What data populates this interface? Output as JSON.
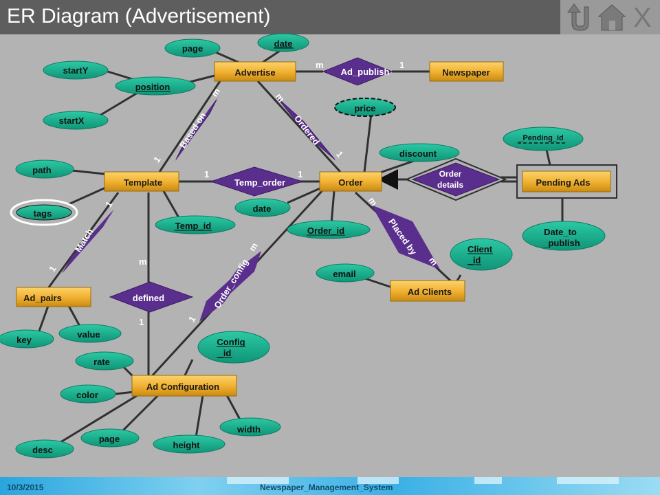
{
  "header": {
    "title": "ER Diagram (Advertisement)"
  },
  "nav": {
    "close_glyph": "X"
  },
  "footer": {
    "date": "10/3/2015",
    "text": "Newspaper_Management_System"
  },
  "entities": {
    "advertise": "Advertise",
    "newspaper": "Newspaper",
    "template": "Template",
    "order": "Order",
    "pending_ads": "Pending Ads",
    "ad_pairs": "Ad_pairs",
    "ad_clients": "Ad Clients",
    "ad_configuration": "Ad Configuration"
  },
  "relationships": {
    "ad_publish": "Ad_publish",
    "based_on": "Based on",
    "ordered": "Ordered",
    "temp_order": "Temp_order",
    "order_details_1": "Order",
    "order_details_2": "details",
    "match": "Match",
    "placed_by": "Placed by",
    "defined": "defined",
    "order_config": "Order_config"
  },
  "attributes": {
    "page_top": "page",
    "date_top": "date",
    "startY": "startY",
    "position": "position",
    "startX": "startX",
    "price": "price",
    "discount": "discount",
    "pending_id": "_Pending_id",
    "path": "path",
    "tags": "tags",
    "temp_id": "Temp_id",
    "date_mid": "date",
    "order_id": "Order_id",
    "date_to_1": "Date_to",
    "date_to_2": "_publish",
    "client_id_1": "Client",
    "client_id_2": "_id",
    "email": "email",
    "key": "key",
    "value": "value",
    "config_id_1": "Config",
    "config_id_2": "_id",
    "rate": "rate",
    "color": "color",
    "page_bottom": "page",
    "desc": "desc",
    "height": "height",
    "width": "width"
  },
  "cardinalities": {
    "ad_publish_m": "m",
    "ad_publish_1": "1",
    "based_on_m": "m",
    "based_on_1": "1",
    "ordered_m": "m",
    "ordered_1": "1",
    "temp_order_left": "1",
    "temp_order_right": "1",
    "match_top": "1",
    "match_bottom": "1",
    "defined_m": "m",
    "defined_1": "1",
    "order_config_m": "m",
    "order_config_1": "1",
    "placed_by_top": "m",
    "placed_by_bottom": "m"
  },
  "colors": {
    "entity_fill": "#f2b233",
    "relationship_fill": "#5a2e8c",
    "attribute_fill": "#1aa98a",
    "line": "#303030"
  }
}
